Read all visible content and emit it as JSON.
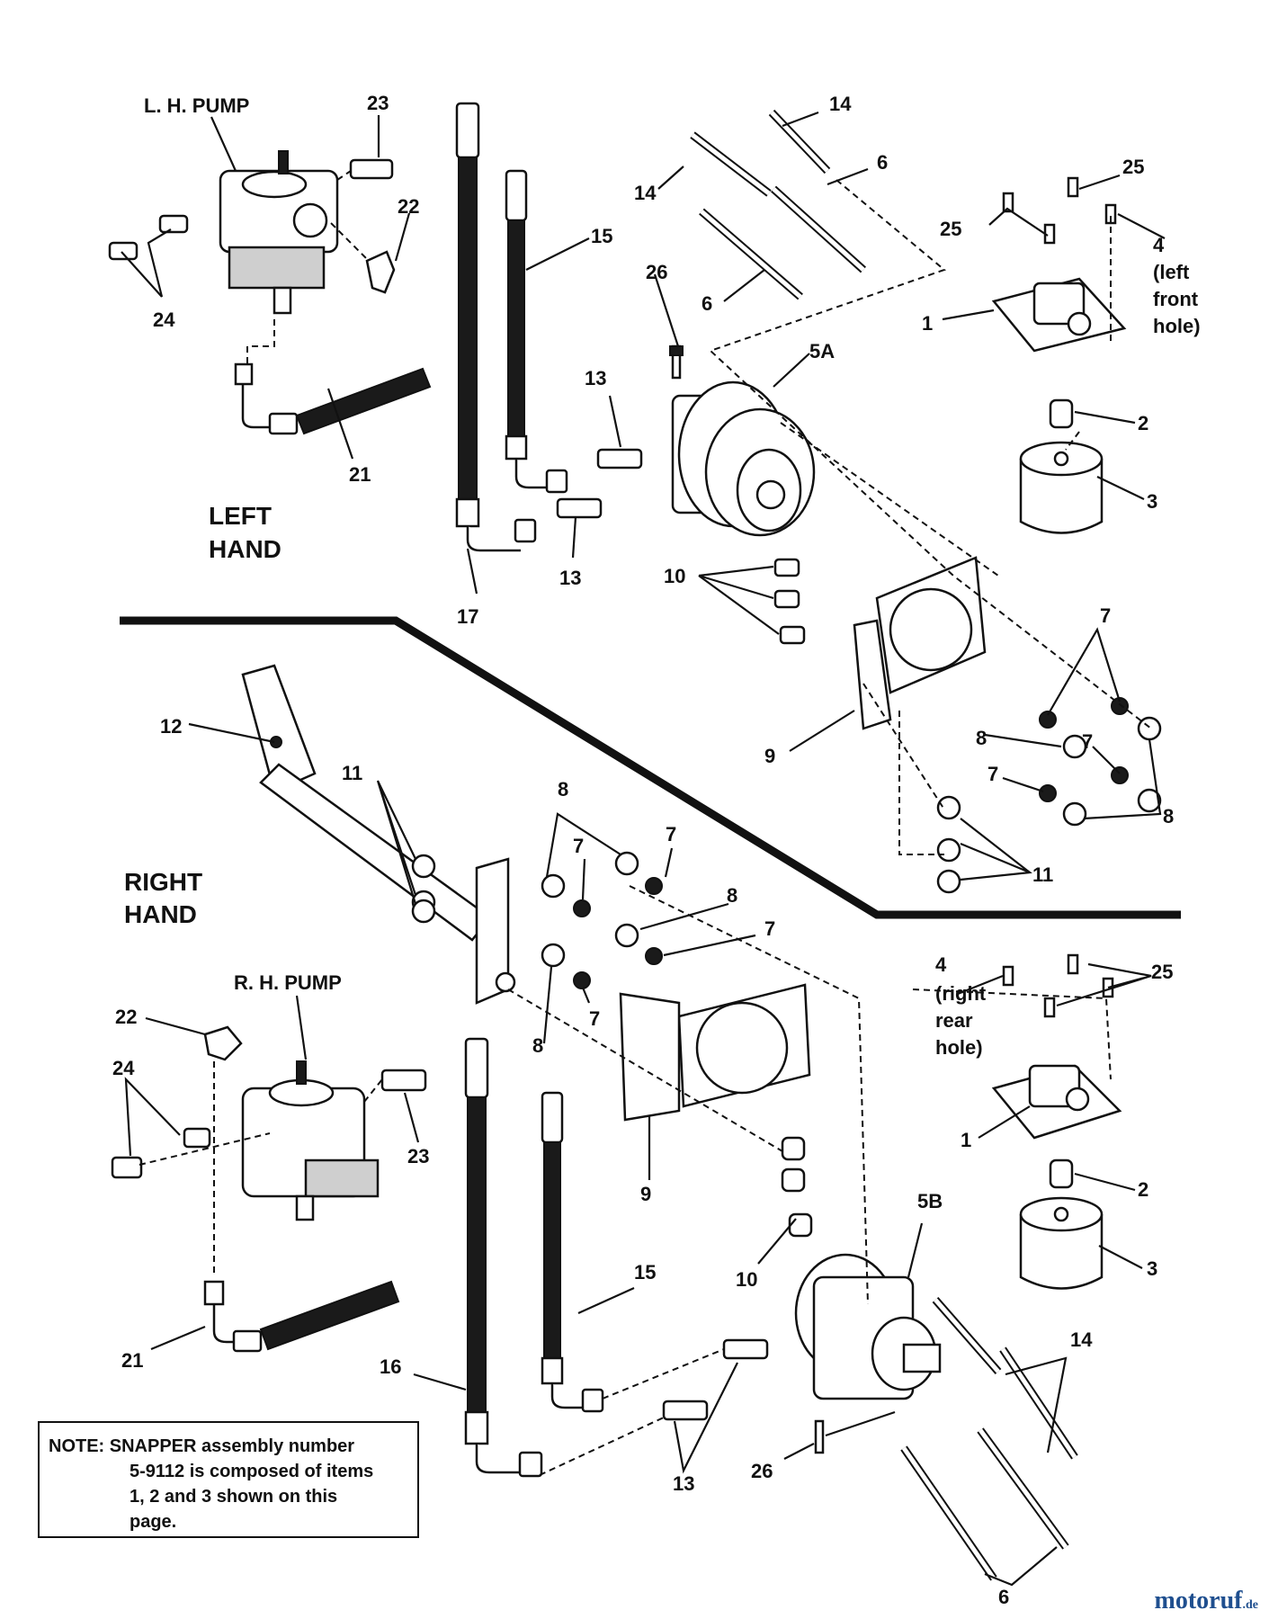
{
  "labels": {
    "lh_pump": "L. H. PUMP",
    "rh_pump": "R. H. PUMP",
    "left_hand_1": "LEFT",
    "left_hand_2": "HAND",
    "right_hand_1": "RIGHT",
    "right_hand_2": "HAND",
    "left_front_1": "(left",
    "left_front_2": "front",
    "left_front_3": "hole)",
    "right_rear_1": "(right",
    "right_rear_2": "rear",
    "right_rear_3": "hole)"
  },
  "callouts": {
    "n1": "1",
    "n2": "2",
    "n3": "3",
    "n4": "4",
    "n5a": "5A",
    "n5b": "5B",
    "n6": "6",
    "n7": "7",
    "n8": "8",
    "n9": "9",
    "n10": "10",
    "n11": "11",
    "n12": "12",
    "n13": "13",
    "n14": "14",
    "n15": "15",
    "n16": "16",
    "n17": "17",
    "n21": "21",
    "n22": "22",
    "n23": "23",
    "n24": "24",
    "n25": "25",
    "n26": "26"
  },
  "note": {
    "line1": "NOTE: SNAPPER assembly number",
    "line2": "5-9112 is composed of items",
    "line3": "1, 2 and 3 shown on this",
    "line4": "page."
  },
  "watermark": {
    "main": "motoruf",
    "suffix": ".de"
  }
}
